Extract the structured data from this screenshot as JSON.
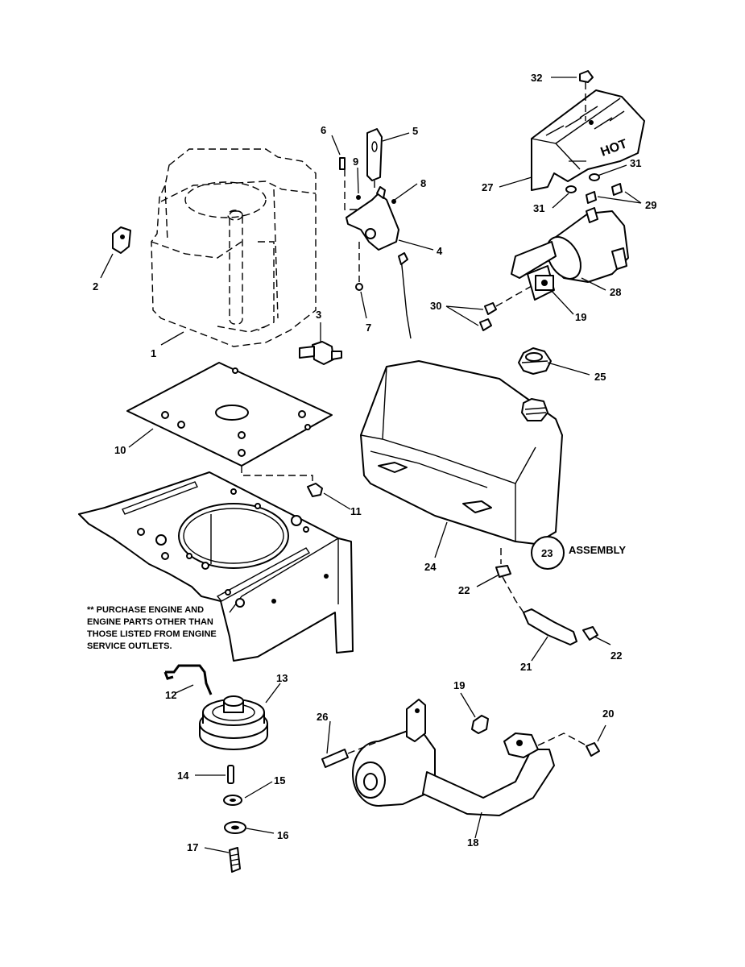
{
  "callouts": [
    {
      "id": "1"
    },
    {
      "id": "2"
    },
    {
      "id": "3"
    },
    {
      "id": "4"
    },
    {
      "id": "5"
    },
    {
      "id": "6"
    },
    {
      "id": "7"
    },
    {
      "id": "8"
    },
    {
      "id": "9"
    },
    {
      "id": "10"
    },
    {
      "id": "11"
    },
    {
      "id": "12"
    },
    {
      "id": "13"
    },
    {
      "id": "14"
    },
    {
      "id": "15"
    },
    {
      "id": "16"
    },
    {
      "id": "17"
    },
    {
      "id": "18"
    },
    {
      "id": "19"
    },
    {
      "id": "19"
    },
    {
      "id": "20"
    },
    {
      "id": "21"
    },
    {
      "id": "22"
    },
    {
      "id": "22"
    },
    {
      "id": "23"
    },
    {
      "id": "24"
    },
    {
      "id": "25"
    },
    {
      "id": "26"
    },
    {
      "id": "27"
    },
    {
      "id": "28"
    },
    {
      "id": "29"
    },
    {
      "id": "30"
    },
    {
      "id": "31"
    },
    {
      "id": "31"
    },
    {
      "id": "32"
    }
  ],
  "assembly_label": "ASSEMBLY",
  "heat_shield_text": "HOT",
  "note_lines": [
    "** PURCHASE ENGINE AND",
    "ENGINE PARTS OTHER THAN",
    "THOSE LISTED FROM ENGINE",
    "SERVICE OUTLETS."
  ]
}
